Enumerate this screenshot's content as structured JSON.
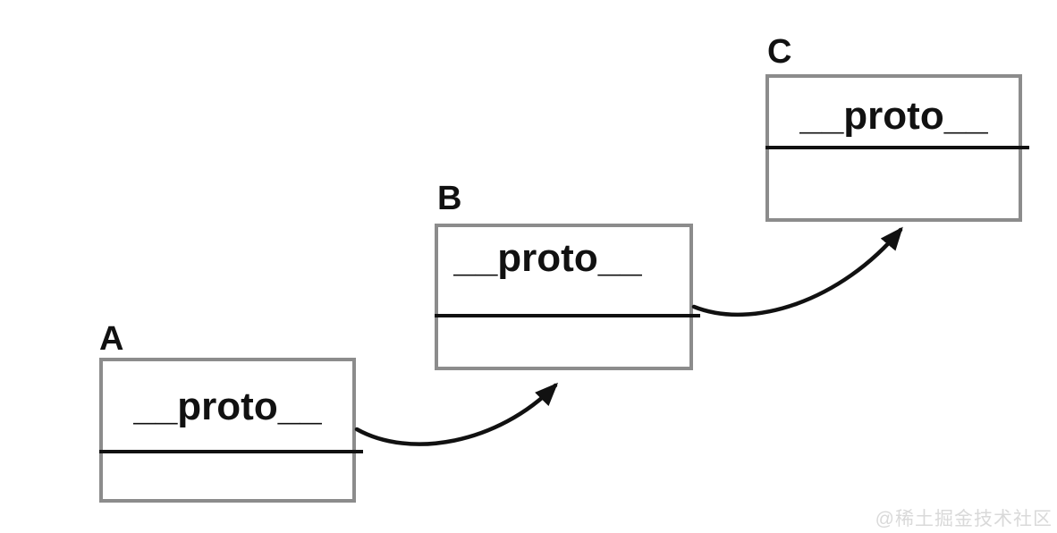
{
  "diagram": {
    "title_hint": "prototype chain diagram",
    "nodes": [
      {
        "id": "A",
        "label": "A",
        "slot_label": "__proto__"
      },
      {
        "id": "B",
        "label": "B",
        "slot_label": "__proto__"
      },
      {
        "id": "C",
        "label": "C",
        "slot_label": "__proto__"
      }
    ],
    "edges": [
      {
        "from": "A",
        "to": "B"
      },
      {
        "from": "B",
        "to": "C"
      }
    ],
    "colors": {
      "background": "#ffffff",
      "box_border": "#8c8c8c",
      "divider": "#111111",
      "text": "#111111",
      "arrow": "#111111",
      "watermark": "#d9d9d9"
    },
    "watermark": "@稀土掘金技术社区"
  }
}
